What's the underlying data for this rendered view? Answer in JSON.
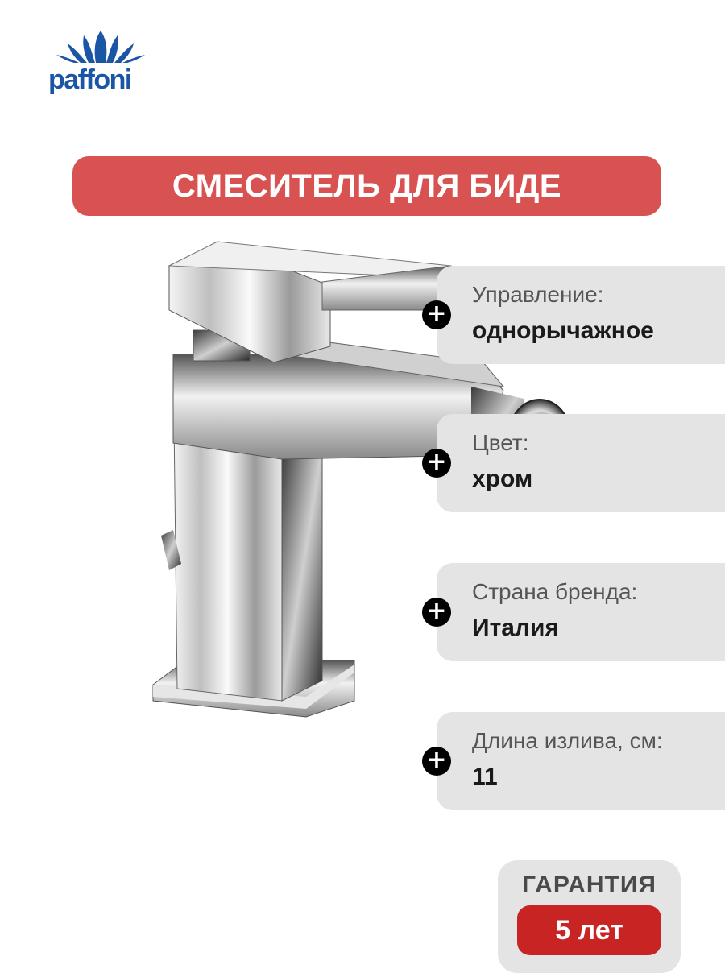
{
  "brand": {
    "name": "paffoni",
    "color": "#1b56a6"
  },
  "title": "СМЕСИТЕЛЬ ДЛЯ БИДЕ",
  "colors": {
    "banner": "#d85252",
    "badge": "#c82424",
    "panel": "#e4e4e4"
  },
  "product_image": "chrome-bidet-mixer-faucet",
  "specs": [
    {
      "label": "Управление:",
      "value": "однорычажное",
      "icon": "plus-icon"
    },
    {
      "label": "Цвет:",
      "value": "хром",
      "icon": "plus-icon"
    },
    {
      "label": "Страна бренда:",
      "value": "Италия",
      "icon": "plus-icon"
    },
    {
      "label": "Длина излива, см:",
      "value": "11",
      "icon": "plus-icon"
    }
  ],
  "warranty": {
    "label": "ГАРАНТИЯ",
    "value": "5 лет"
  }
}
